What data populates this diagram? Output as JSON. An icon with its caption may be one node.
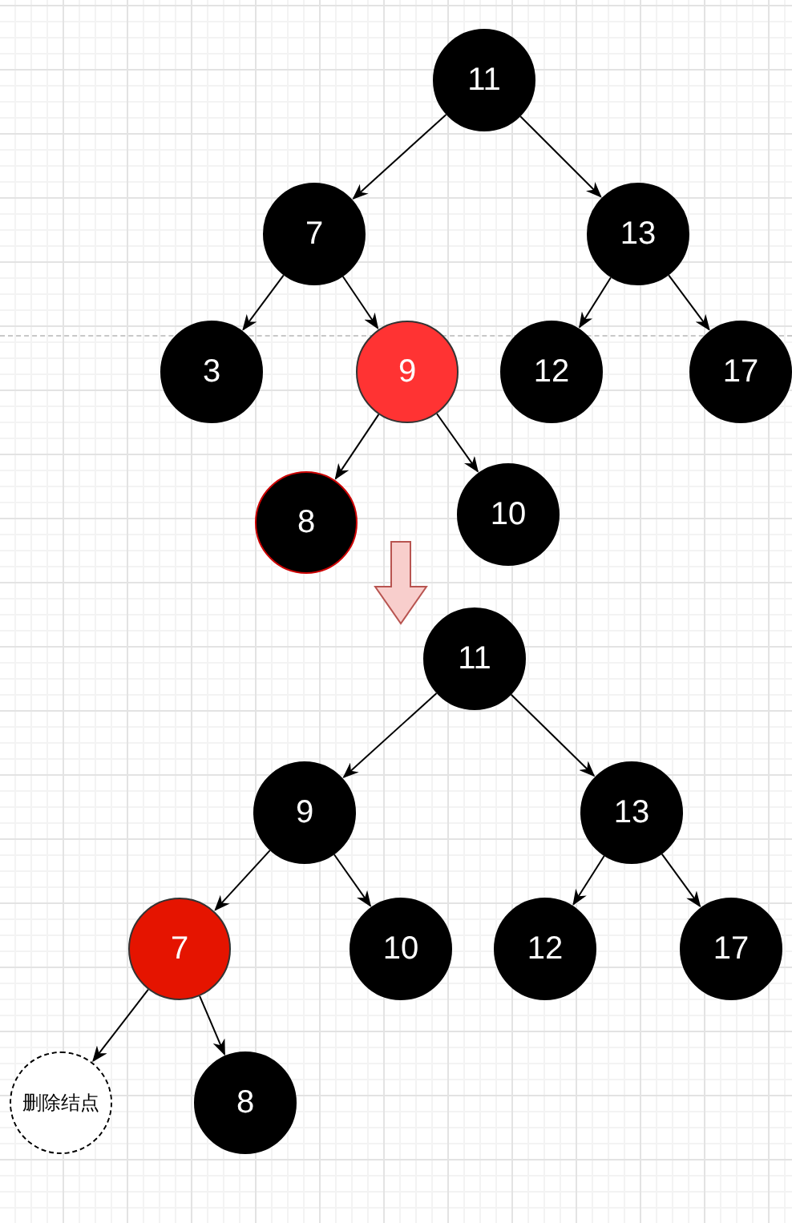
{
  "diagram": {
    "nodes": [
      {
        "text": [
          "11"
        ]
      },
      {
        "text": [
          "7"
        ]
      },
      {
        "text": [
          "13"
        ]
      },
      {
        "text": [
          "3"
        ]
      },
      {
        "text": [
          "9"
        ]
      },
      {
        "text": [
          "12"
        ]
      },
      {
        "text": [
          "17"
        ]
      },
      {
        "text": [
          "8"
        ]
      },
      {
        "text": [
          "10"
        ]
      },
      {
        "text": [
          "11"
        ]
      },
      {
        "text": [
          "9"
        ]
      },
      {
        "text": [
          "13"
        ]
      },
      {
        "text": [
          "7"
        ]
      },
      {
        "text": [
          "10"
        ]
      },
      {
        "text": [
          "12"
        ]
      },
      {
        "text": [
          "17"
        ]
      },
      {
        "text": [
          "删除结点"
        ]
      },
      {
        "text": [
          "8"
        ]
      }
    ],
    "edges": [
      {
        "from": 0,
        "to": 1,
        "arrow": "to"
      },
      {
        "from": 0,
        "to": 2,
        "arrow": "to"
      },
      {
        "from": 1,
        "to": 3,
        "arrow": "to"
      },
      {
        "from": 1,
        "to": 4,
        "arrow": "to"
      },
      {
        "from": 2,
        "to": 5,
        "arrow": "to"
      },
      {
        "from": 2,
        "to": 6,
        "arrow": "to"
      },
      {
        "from": 4,
        "to": 7,
        "arrow": "to"
      },
      {
        "from": 4,
        "to": 8,
        "arrow": "to"
      },
      {
        "from": 9,
        "to": 10,
        "arrow": "to"
      },
      {
        "from": 9,
        "to": 11,
        "arrow": "to"
      },
      {
        "from": 10,
        "to": 12,
        "arrow": "to"
      },
      {
        "from": 10,
        "to": 13,
        "arrow": "to"
      },
      {
        "from": 11,
        "to": 14,
        "arrow": "to"
      },
      {
        "from": 11,
        "to": 15,
        "arrow": "to"
      },
      {
        "from": 12,
        "to": 16,
        "arrow": "to"
      },
      {
        "from": 12,
        "to": 17,
        "arrow": "to"
      },
      {
        "from": null,
        "to": 9,
        "arrow": "to",
        "style": "thick",
        "color": "#b85450"
      }
    ]
  }
}
